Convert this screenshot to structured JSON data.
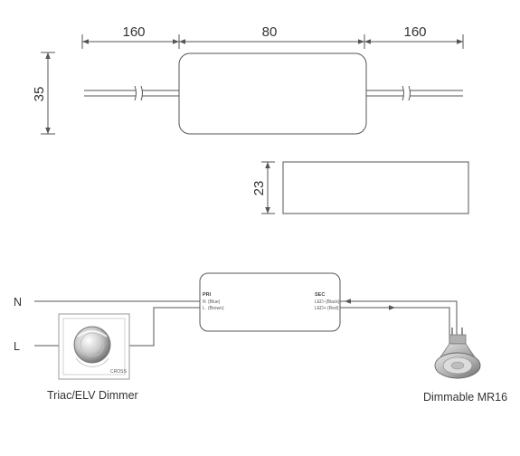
{
  "dimensions": {
    "top_left_length": "160",
    "body_length": "80",
    "top_right_length": "160",
    "height": "35",
    "side_height": "23"
  },
  "wiring": {
    "input_neutral_label": "N",
    "input_live_label": "L",
    "driver_primary": {
      "heading": "PRI",
      "line1": "N",
      "line1_sub": "(Blue)",
      "line2": "L",
      "line2_sub": "(Brown)"
    },
    "driver_secondary": {
      "heading": "SEC",
      "line1": "LED-",
      "line1_sub": "(Black)",
      "line2": "LED+",
      "line2_sub": "(Red)"
    },
    "dimmer_label": "Triac/ELV Dimmer",
    "dimmer_brand": "CROSS",
    "lamp_label": "Dimmable MR16"
  }
}
